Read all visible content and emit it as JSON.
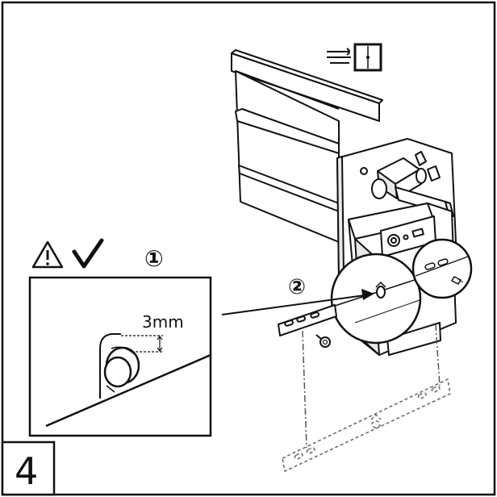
{
  "step": {
    "number": "4"
  },
  "callouts": {
    "one": "①",
    "two": "②"
  },
  "detail": {
    "dimension": "3mm"
  },
  "icons": {
    "warning": "warning-triangle-icon",
    "check": "checkmark-icon",
    "airflow": "airflow-direction-icon"
  },
  "colors": {
    "line": "#111111",
    "fill": "#ffffff",
    "shade": "#e8e8e8"
  }
}
